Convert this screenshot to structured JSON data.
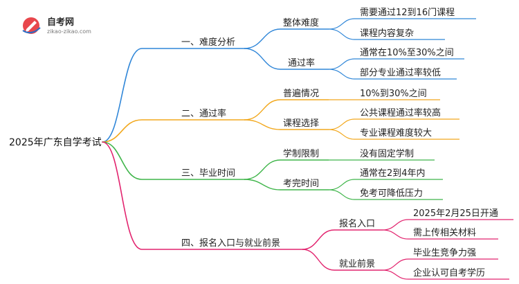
{
  "logo": {
    "name": "自考网",
    "url": "zikao-zikao.com",
    "accent": "#e8474c"
  },
  "root": {
    "label": "2025年广东自学考试"
  },
  "branches": [
    {
      "label": "一、难度分析",
      "color": "#2f86d8",
      "children": [
        {
          "label": "整体难度",
          "leaves": [
            "需要通过12到16门课程",
            "课程内容复杂"
          ]
        },
        {
          "label": "通过率",
          "leaves": [
            "通常在10%至30%之间",
            "部分专业通过率较低"
          ]
        }
      ]
    },
    {
      "label": "二、通过率",
      "color": "#f2a81d",
      "children": [
        {
          "label": "普遍情况",
          "leaves": [
            "10%到30%之间"
          ]
        },
        {
          "label": "课程选择",
          "leaves": [
            "公共课程通过率较高",
            "专业课程难度较大"
          ]
        }
      ]
    },
    {
      "label": "三、毕业时间",
      "color": "#3fb54a",
      "children": [
        {
          "label": "学制限制",
          "leaves": [
            "没有固定学制"
          ]
        },
        {
          "label": "考完时间",
          "leaves": [
            "通常在2到4年内",
            "免考可降低压力"
          ]
        }
      ]
    },
    {
      "label": "四、报名入口与就业前景",
      "color": "#e2236e",
      "children": [
        {
          "label": "报名入口",
          "leaves": [
            "2025年2月25日开通",
            "需上传相关材料"
          ]
        },
        {
          "label": "就业前景",
          "leaves": [
            "毕业生竞争力强",
            "企业认可自考学历"
          ]
        }
      ]
    }
  ]
}
